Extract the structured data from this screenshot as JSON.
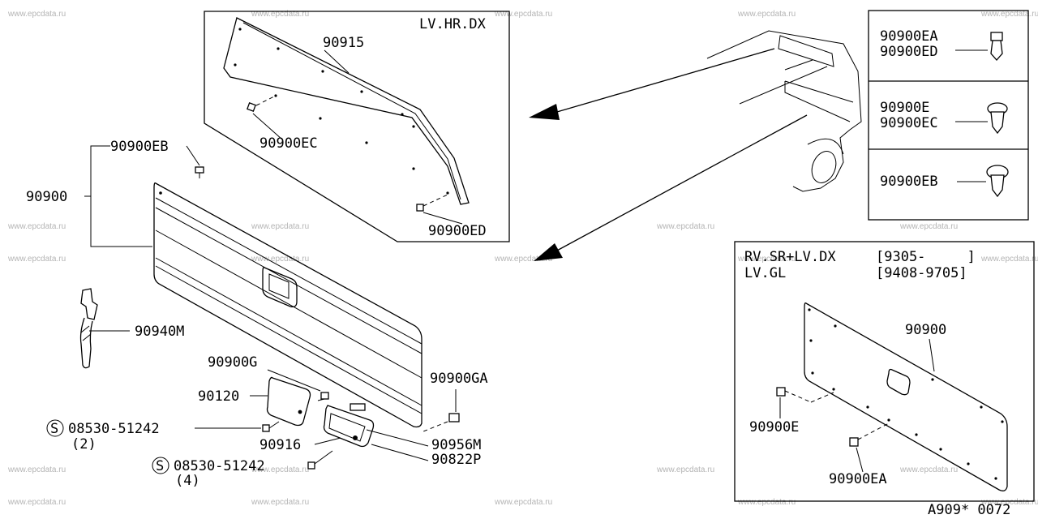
{
  "watermark": "www.epcdata.ru",
  "figure_code": "A909* 0072",
  "panel_top": {
    "variant": "LV.HR.DX",
    "parts": {
      "liner": "90915",
      "clip_ec": "90900EC",
      "clip_ed": "90900ED"
    }
  },
  "legend": [
    {
      "codes": [
        "90900EA",
        "90900ED"
      ]
    },
    {
      "codes": [
        "90900E",
        "90900EC"
      ]
    },
    {
      "codes": [
        "90900EB"
      ]
    }
  ],
  "main": {
    "tailgate_assy": "90900",
    "clip_eb": "90900EB",
    "strap": "90940M",
    "screw_g": "90900G",
    "cover": "90120",
    "bolt1": {
      "code": "08530-51242",
      "qty": "(2)"
    },
    "handle": "90916",
    "bolt2": {
      "code": "08530-51242",
      "qty": "(4)"
    },
    "nut_ga": "90900GA",
    "ring": "90956M",
    "base": "90822P",
    "screw_symbol": "S"
  },
  "panel_bottom": {
    "variant1": "RV.SR+LV.DX",
    "variant2": "LV.GL",
    "date1": "[9305-     ]",
    "date2": "[9408-9705]",
    "parts": {
      "finisher": "90900",
      "clip_e": "90900E",
      "clip_ea": "90900EA"
    }
  }
}
